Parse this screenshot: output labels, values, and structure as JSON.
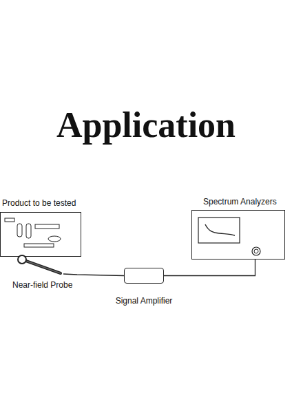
{
  "diagram": {
    "title": "Application",
    "nodes": [
      {
        "text": [
          "Product to be tested"
        ]
      },
      {
        "text": [
          "Near-field Probe"
        ]
      },
      {
        "text": [
          "Signal Amplifier"
        ]
      },
      {
        "text": [
          "Spectrum Analyzers"
        ]
      }
    ],
    "edges": [
      {
        "from": 1,
        "to": 2,
        "arrow": "none"
      },
      {
        "from": 2,
        "to": 3,
        "arrow": "none"
      }
    ]
  }
}
